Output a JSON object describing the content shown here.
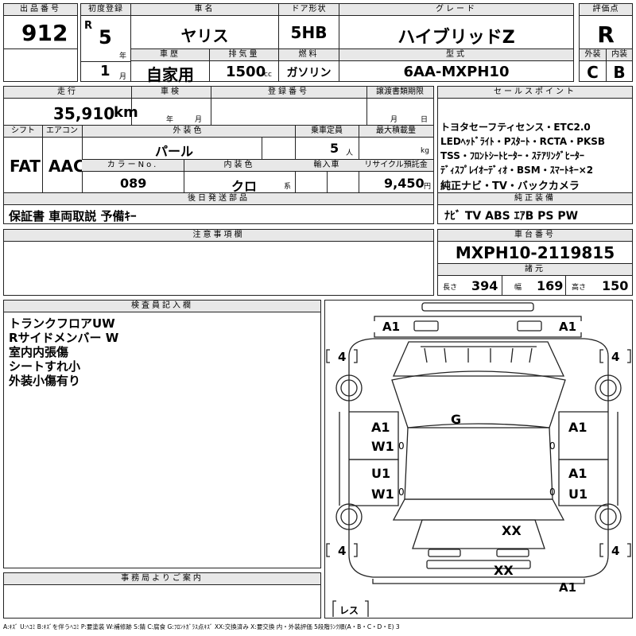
{
  "header": {
    "lot_label": "出品番号",
    "lot_no": "912",
    "first_reg_label": "初度登録",
    "era": "R",
    "year": "5",
    "year_unit": "年",
    "month": "1",
    "month_unit": "月",
    "car_name_label": "車名",
    "car_name": "ヤリス",
    "door_label": "ドア形状",
    "door": "5HB",
    "grade_label": "グレード",
    "grade": "ハイブリッドZ",
    "score_label": "評価点",
    "score": "R",
    "history_label": "車歴",
    "history": "自家用",
    "displacement_label": "排気量",
    "displacement": "1500",
    "displacement_unit": "cc",
    "fuel_label": "燃料",
    "fuel": "ガソリン",
    "model_label": "型式",
    "model": "6AA-MXPH10",
    "ext_label": "外装",
    "ext": "C",
    "int_label": "内装",
    "int": "B"
  },
  "specs": {
    "mileage_label": "走行",
    "mileage": "35,910",
    "mileage_unit": "km",
    "inspection_label": "車検",
    "insp_year_unit": "年",
    "insp_month_unit": "月",
    "regno_label": "登録番号",
    "transfer_label": "譲渡書類期限",
    "transfer_month_unit": "月",
    "transfer_day_unit": "日",
    "shift_label": "シフト",
    "shift": "FAT",
    "ac_label": "エアコン",
    "ac": "AAC",
    "color_label": "外装色",
    "color": "パール",
    "capacity_label": "乗車定員",
    "capacity": "5",
    "capacity_unit": "人",
    "load_label": "最大積載量",
    "load_unit": "kg",
    "color_no_label": "カラーNo.",
    "color_no": "089",
    "int_color_label": "内装色",
    "int_color": "クロ",
    "int_color_suffix": "系",
    "import_label": "輸入車",
    "recycle_label": "リサイクル預託金",
    "recycle": "9,450",
    "recycle_unit": "円",
    "later_label": "後日発送部品",
    "later": "保証書 車両取説 予備ｷｰ"
  },
  "sales": {
    "label": "セールスポイント",
    "lines": [
      "トヨタセーフティセンス・ETC2.0",
      "LEDﾍｯﾄﾞﾗｲﾄ・Pｽﾀｰﾄ・RCTA・PKSB",
      "TSS・ﾌﾛﾝﾄｼｰﾄﾋｰﾀｰ・ｽﾃｱﾘﾝｸﾞﾋｰﾀｰ",
      "ﾃﾞｨｽﾌﾟﾚｲｵｰﾃﾞｨｵ・BSM・ｽﾏｰﾄｷｰ×2",
      "純正ナビ・TV・バックカメラ"
    ],
    "equip_label": "純正装備",
    "equip": "ﾅﾋﾞ TV ABS ｴｱB PS PW"
  },
  "notes": {
    "label": "注意事項欄"
  },
  "chassis": {
    "label": "車台番号",
    "number": "MXPH10-2119815",
    "dims_label": "諸元",
    "length_label": "長さ",
    "length": "394",
    "width_label": "幅",
    "width": "169",
    "height_label": "高さ",
    "height": "150"
  },
  "inspector": {
    "label": "検査員記入欄",
    "lines": [
      "トランクフロアUW",
      "Rサイドメンバー W",
      "室内内張傷",
      "シートすれ小",
      "外装小傷有り"
    ]
  },
  "office": {
    "label": "事務局よりご案内"
  },
  "diagram": {
    "marks": {
      "front_left": "A1",
      "front_right": "A1",
      "tire_fl": "4",
      "tire_fr": "4",
      "tire_rl": "4",
      "tire_rr": "4",
      "glass": "G",
      "door_fl_1": "A1",
      "door_fl_2": "W1",
      "door_fr": "A1",
      "door_rl_1": "U1",
      "door_rl_2": "W1",
      "door_rr_1": "A1",
      "door_rr_2": "U1",
      "trunk_inner": "XX",
      "rear_xx": "XX",
      "rear_right": "A1",
      "spare": "レス",
      "zero": "0"
    }
  },
  "legend": "A:ｷｽﾞ U:ﾍｺﾐ B:ｷｽﾞを伴うﾍｺﾐ P:要塗装 W:補修跡 S:錆 C:腐食 G:ﾌﾛﾝﾄｶﾞﾗｽ点ｷｽﾞ XX:交換済み X:要交換 内・外装評価 5段階ﾗﾝｸ順(A・B・C・D・E) 3"
}
